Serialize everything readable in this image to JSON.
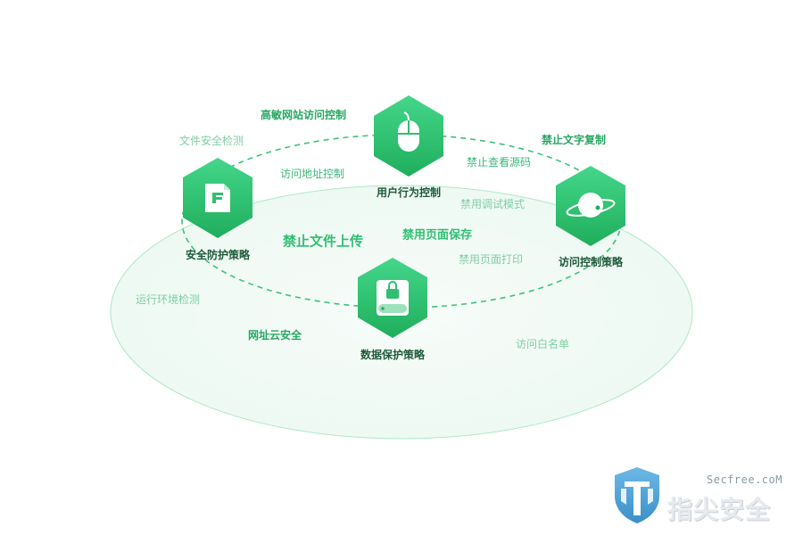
{
  "nodes": {
    "user_behavior": "用户行为控制",
    "security_policy": "安全防护策略",
    "access_policy": "访问控制策略",
    "data_protection": "数据保护策略"
  },
  "features": {
    "sensitive_sites": "高敏网站访问控制",
    "file_security_check": "文件安全检测",
    "address_control": "访问地址控制",
    "disable_text_copy": "禁止文字复制",
    "disable_view_source": "禁止查看源码",
    "disable_debug_mode": "禁用调试模式",
    "disable_file_upload": "禁止文件上传",
    "disable_page_save": "禁用页面保存",
    "disable_page_print": "禁用页面打印",
    "runtime_env_check": "运行环境检测",
    "url_cloud_security": "网址云安全",
    "access_whitelist": "访问白名单"
  },
  "watermark": {
    "url": "Secfree.coM",
    "brand": "指尖安全"
  },
  "colors": {
    "hex_top": "#44d68a",
    "hex_bottom": "#1fae5c",
    "ring": "#3cc27b",
    "ellipse_fill": "#f1faf5",
    "ellipse_stroke": "#aee8c8",
    "watermark_shield": "#4aa3d8"
  },
  "icons": {
    "user_behavior": "mouse-icon",
    "security_policy": "document-icon",
    "access_policy": "planet-icon",
    "data_protection": "lock-drive-icon",
    "watermark": "shield-logo-icon"
  }
}
